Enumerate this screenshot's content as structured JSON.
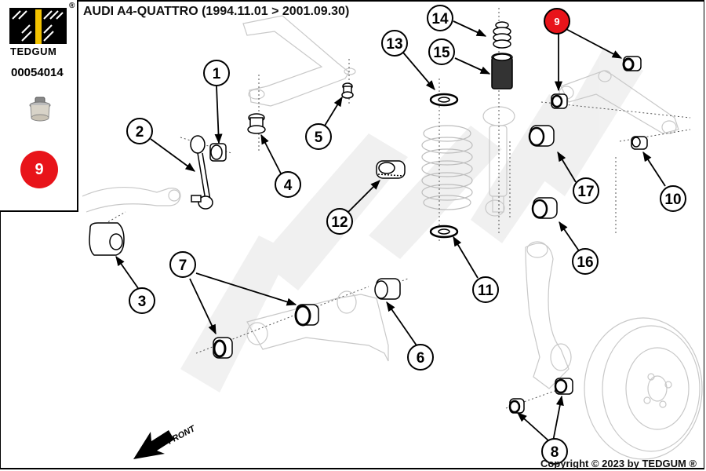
{
  "header": {
    "title": "AUDI A4-QUATTRO (1994.11.01 > 2001.09.30)"
  },
  "sidebar": {
    "brand": "TEDGUM",
    "registered_mark": "®",
    "part_number": "00054014",
    "highlighted_position": "9",
    "brand_color": "#f2c200",
    "highlight_color": "#e8141a"
  },
  "diagram": {
    "front_label": "FRONT",
    "watermark": "TEDGUM",
    "callouts": [
      {
        "id": "1",
        "label": "1"
      },
      {
        "id": "2",
        "label": "2"
      },
      {
        "id": "3",
        "label": "3"
      },
      {
        "id": "4",
        "label": "4"
      },
      {
        "id": "5",
        "label": "5"
      },
      {
        "id": "6",
        "label": "6"
      },
      {
        "id": "7",
        "label": "7"
      },
      {
        "id": "8",
        "label": "8"
      },
      {
        "id": "9",
        "label": "9",
        "highlighted": true
      },
      {
        "id": "10",
        "label": "10"
      },
      {
        "id": "11",
        "label": "11"
      },
      {
        "id": "12",
        "label": "12"
      },
      {
        "id": "13",
        "label": "13"
      },
      {
        "id": "14",
        "label": "14"
      },
      {
        "id": "15",
        "label": "15"
      },
      {
        "id": "16",
        "label": "16"
      },
      {
        "id": "17",
        "label": "17"
      }
    ]
  },
  "footer": {
    "copyright": "Copyright © 2023 by TEDGUM ®"
  }
}
